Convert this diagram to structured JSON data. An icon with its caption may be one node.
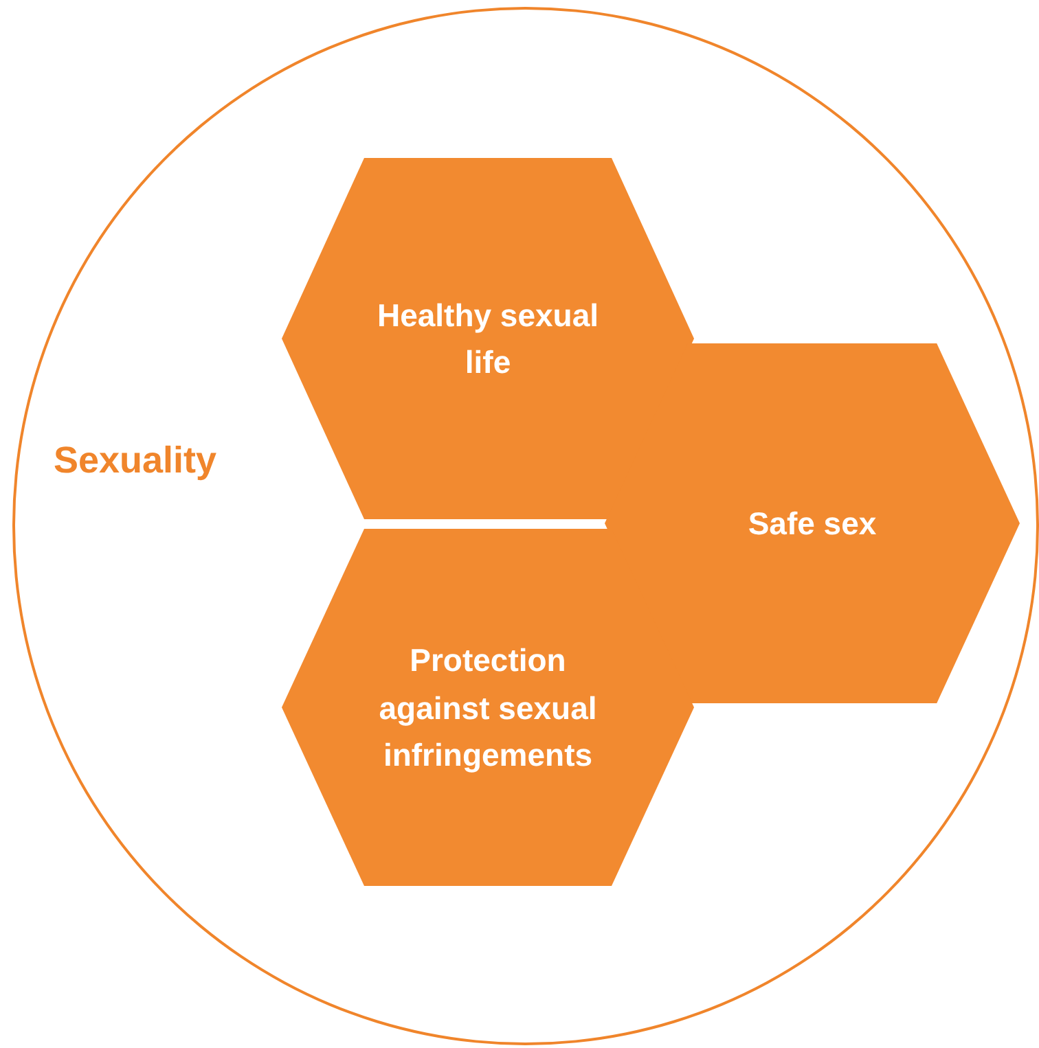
{
  "diagram": {
    "nodes": [
      {
        "text": [
          "Sexuality"
        ]
      },
      {
        "text": [
          "Healthy sexual life"
        ],
        "in": 0
      },
      {
        "text": [
          "Safe sex"
        ],
        "in": 0
      },
      {
        "text": [
          "Protection against sexual infringements"
        ],
        "in": 0
      }
    ]
  }
}
